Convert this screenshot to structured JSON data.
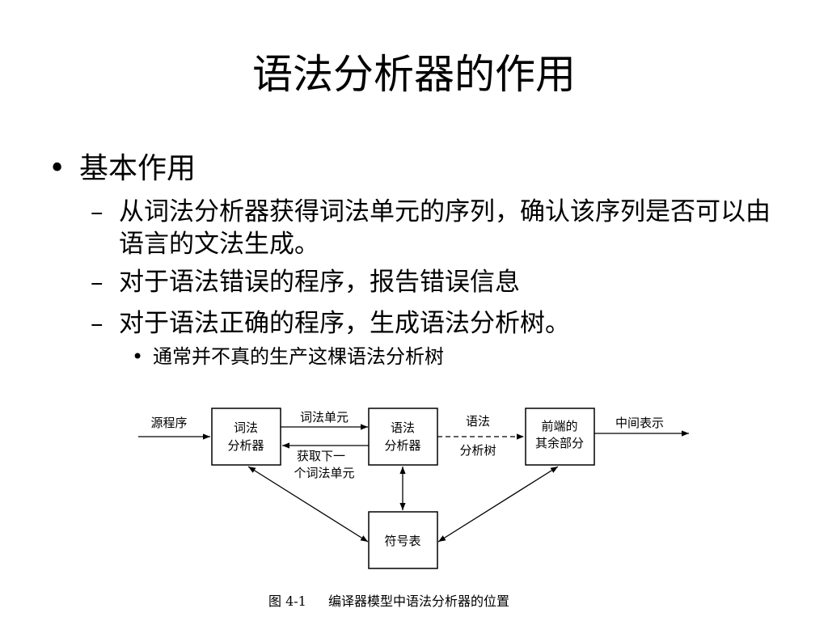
{
  "slide": {
    "title": "语法分析器的作用",
    "bullet": {
      "marker": "•",
      "text": "基本作用",
      "items": [
        {
          "marker": "–",
          "text": "从词法分析器获得词法单元的序列，确认该序列是否可以由语言的文法生成。"
        },
        {
          "marker": "–",
          "text": "对于语法错误的程序，报告错误信息"
        },
        {
          "marker": "–",
          "text": "对于语法正确的程序，生成语法分析树。"
        }
      ],
      "subitem": {
        "marker": "•",
        "text": "通常并不真的生产这棵语法分析树"
      }
    }
  },
  "diagram": {
    "source_label": "源程序",
    "lexer_line1": "词法",
    "lexer_line2": "分析器",
    "token_label": "词法单元",
    "next_line1": "获取下一",
    "next_line2": "个词法单元",
    "parser_line1": "语法",
    "parser_line2": "分析器",
    "tree_line1": "语法",
    "tree_line2": "分析树",
    "frontend_line1": "前端的",
    "frontend_line2": "其余部分",
    "ir_label": "中间表示",
    "symtab_label": "符号表",
    "caption_number": "图 4-1",
    "caption_text": "编译器模型中语法分析器的位置"
  }
}
